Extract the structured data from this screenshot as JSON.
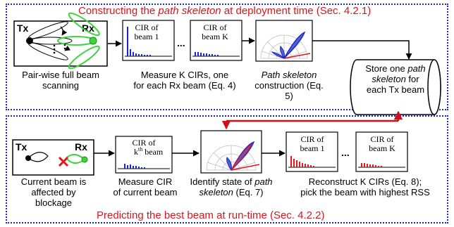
{
  "top_section": {
    "title_before": "Constructing the ",
    "title_italic": "path skeleton",
    "title_after": " at deployment time (Sec. 4.2.1)",
    "color": "#d9161d",
    "frame_color": "#1a25d6"
  },
  "bottom_section": {
    "title": "Predicting the best beam at run-time (Sec. 4.2.2)"
  },
  "icons": {
    "tx": "Tx",
    "rx": "Rx"
  },
  "cir": {
    "beam1": [
      "CIR of",
      "beam 1"
    ],
    "beamK": [
      "CIR of",
      "beam K"
    ],
    "kth": [
      "CIR of",
      "k",
      "th",
      " beam"
    ],
    "ellipsis": "..."
  },
  "labels": {
    "scan": [
      "Pair-wise full beam",
      "scanning"
    ],
    "measure_k": [
      "Measure K CIRs, one",
      "for each Rx beam (Eq. 4)"
    ],
    "skeleton_italic": "Path skeleton",
    "skeleton_rest": "construction (Eq. 5)",
    "store": [
      "Store one ",
      "path",
      "skeleton",
      " for",
      "each Tx beam"
    ],
    "blockage": [
      "Current beam is",
      "affected by",
      "blockage"
    ],
    "measure_cir": [
      "Measure CIR",
      "of current beam"
    ],
    "identify": [
      "Identify state of ",
      "path",
      "skeleton",
      " (Eq. 7)"
    ],
    "reconstruct": [
      "Reconstruct K CIRs (Eq. 8);",
      "pick the beam with highest RSS"
    ]
  },
  "colors": {
    "bars_blue": "#1a25c8",
    "bars_red": "#e3151c",
    "beam_green": "#3dd43d",
    "arrow_red": "#d01018"
  }
}
